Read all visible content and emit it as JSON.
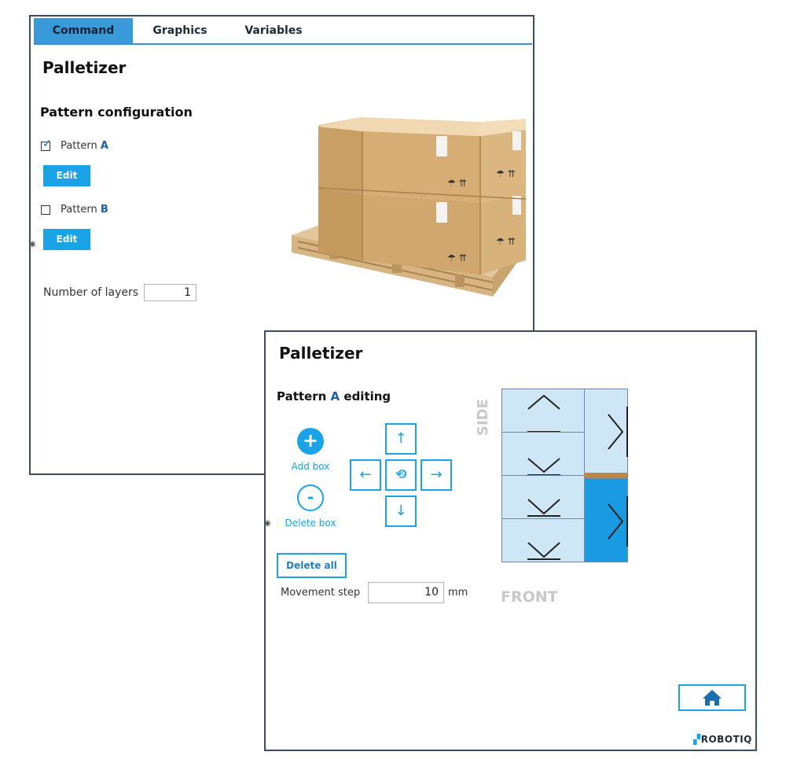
{
  "window1": {
    "tabs": [
      {
        "label": "Command",
        "active": true
      },
      {
        "label": "Graphics",
        "active": false
      },
      {
        "label": "Variables",
        "active": false
      }
    ],
    "title": "Palletizer",
    "section": "Pattern configuration",
    "patterns": [
      {
        "label": "Pattern",
        "letter": "A",
        "checked": true,
        "edit_label": "Edit"
      },
      {
        "label": "Pattern",
        "letter": "B",
        "checked": false,
        "edit_label": "Edit"
      }
    ],
    "layers": {
      "label": "Number of layers",
      "value": "1"
    },
    "image": "boxes-on-pallet"
  },
  "window2": {
    "title": "Palletizer",
    "subtitle_prefix": "Pattern",
    "subtitle_letter": "A",
    "subtitle_suffix": "editing",
    "add_box": {
      "icon": "+",
      "label": "Add box"
    },
    "delete_box": {
      "icon": "-",
      "label": "Delete box"
    },
    "arrows": {
      "up": "↑",
      "down": "↓",
      "left": "←",
      "right": "→",
      "rotate": "90"
    },
    "delete_all": "Delete all",
    "movement_step": {
      "label": "Movement step",
      "value": "10",
      "unit": "mm"
    },
    "grid_labels": {
      "side": "SIDE",
      "front": "FRONT"
    },
    "logo": "ROBOTIQ",
    "colors": {
      "accent": "#1aa3e6",
      "cell": "#cfe6f7",
      "selected": "#1a9ae0"
    }
  }
}
